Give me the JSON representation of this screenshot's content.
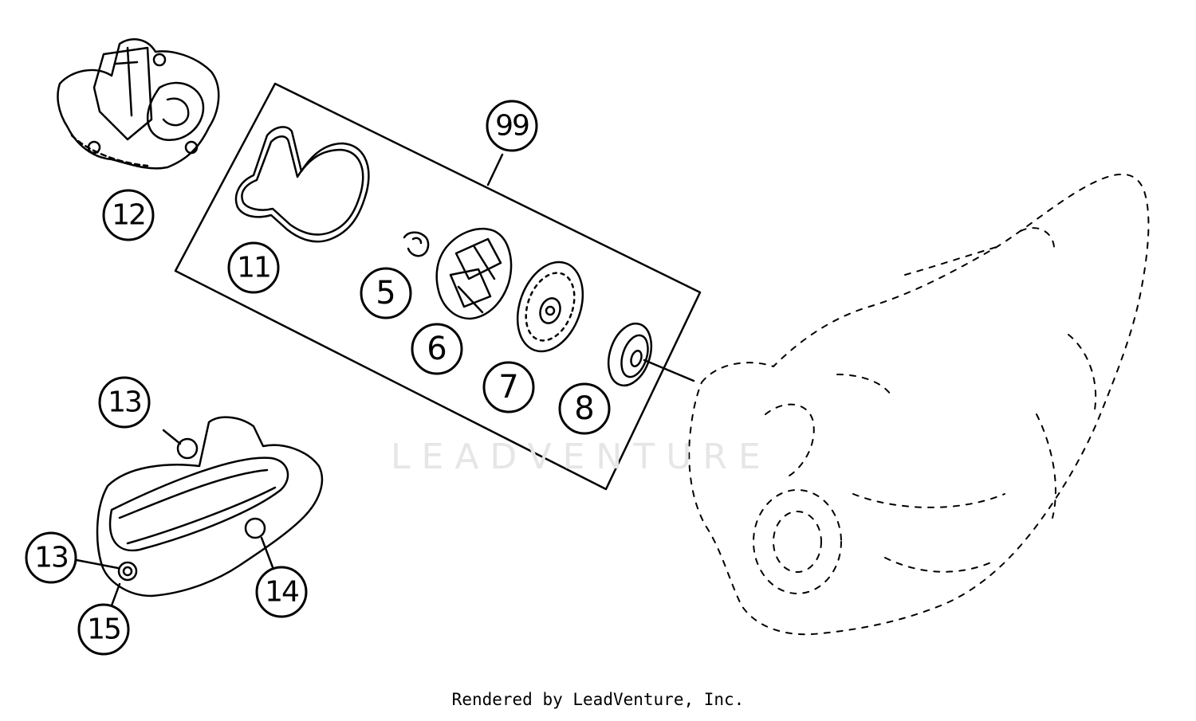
{
  "diagram": {
    "callouts": {
      "c12": "12",
      "c99": "99",
      "c11": "11",
      "c5": "5",
      "c6": "6",
      "c7": "7",
      "c8": "8",
      "c13a": "13",
      "c13b": "13",
      "c14": "14",
      "c15": "15"
    }
  },
  "watermark": "LEADVENTURE",
  "credit": "Rendered by LeadVenture, Inc."
}
